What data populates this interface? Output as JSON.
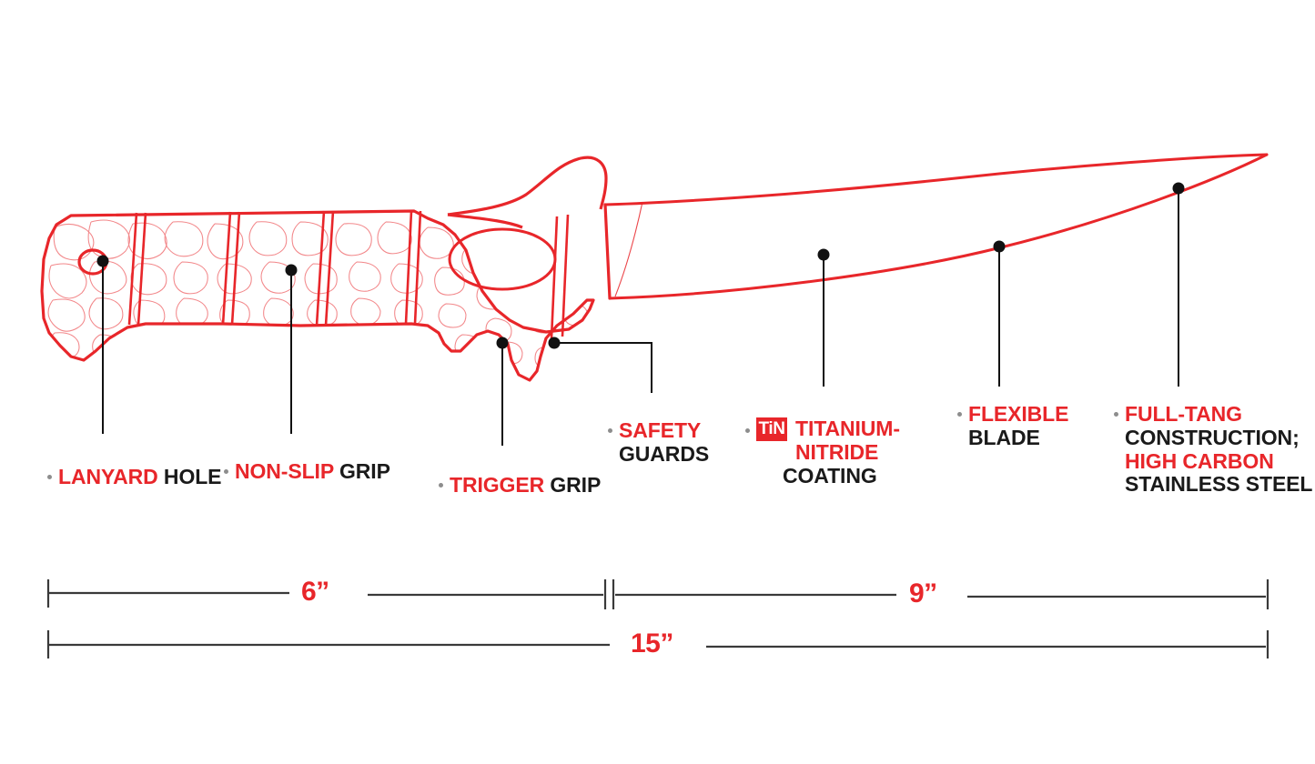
{
  "product": {
    "type": "fillet-knife-diagram",
    "accent_color": "#e8262a",
    "text_color": "#1a1a1a",
    "bullet_color": "#8d8d8d"
  },
  "callouts": [
    {
      "name": "lanyard-hole",
      "lines": [
        {
          "text": "LANYARD",
          "color": "red"
        },
        {
          "text": " HOLE",
          "color": "dark"
        }
      ]
    },
    {
      "name": "non-slip-grip",
      "lines": [
        {
          "text": "NON-SLIP",
          "color": "red"
        },
        {
          "text": " GRIP",
          "color": "dark"
        }
      ]
    },
    {
      "name": "trigger-grip",
      "lines": [
        {
          "text": "TRIGGER",
          "color": "red"
        },
        {
          "text": " GRIP",
          "color": "dark"
        }
      ]
    },
    {
      "name": "safety-guards",
      "line1_red": "SAFETY",
      "line2_dark": "GUARDS"
    },
    {
      "name": "titanium-nitride-coating",
      "badge": "TiN",
      "line1_red": "TITANIUM-",
      "line2_red": "NITRIDE",
      "line3_dark": "COATING"
    },
    {
      "name": "flexible-blade",
      "line1_red": "FLEXIBLE",
      "line2_dark": "BLADE"
    },
    {
      "name": "full-tang-construction",
      "line1_red": "FULL-TANG",
      "line2_dark": "CONSTRUCTION;",
      "line3_red": "HIGH CARBON",
      "line4_dark": "STAINLESS STEEL"
    }
  ],
  "dimensions": {
    "handle_length": "6”",
    "blade_length": "9”",
    "overall_length": "15”"
  }
}
